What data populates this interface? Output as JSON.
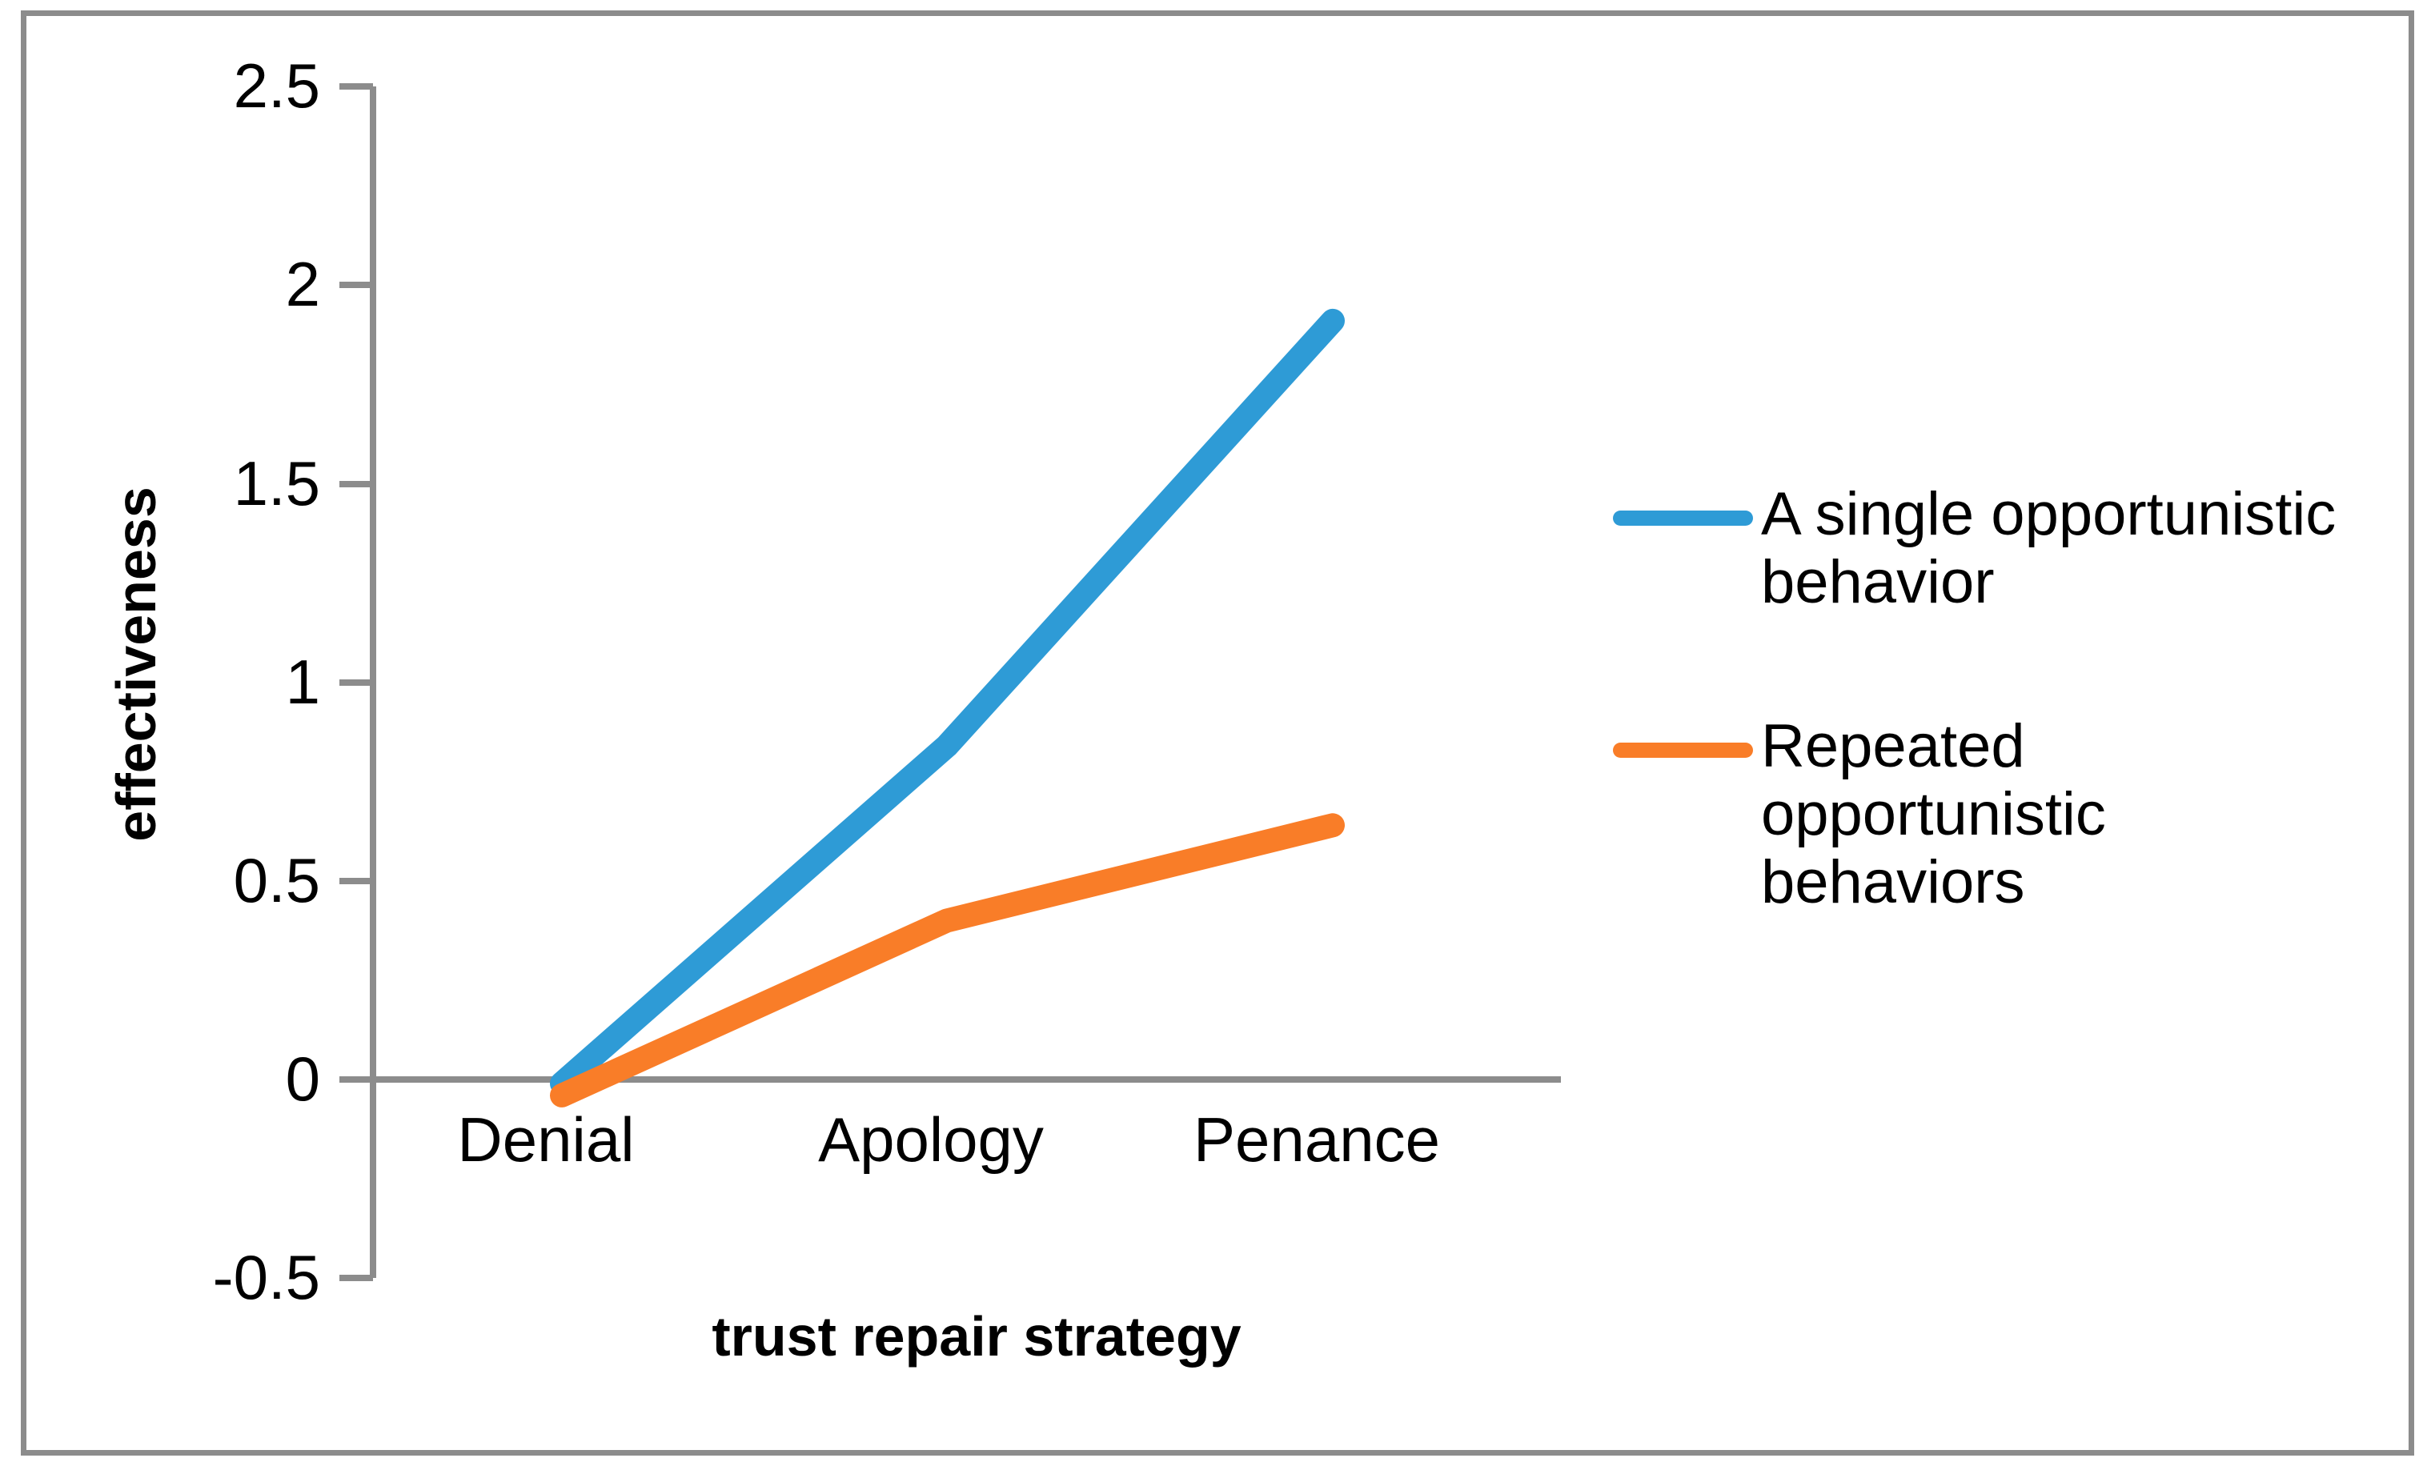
{
  "chart_data": {
    "type": "line",
    "title": "",
    "xlabel": "trust repair strategy",
    "ylabel": "effectiveness",
    "categories": [
      "Denial",
      "Apology",
      "Penance"
    ],
    "series": [
      {
        "name": "A single opportunistic behavior",
        "color": "#2e9bd6",
        "values": [
          -0.01,
          0.84,
          1.91
        ]
      },
      {
        "name": "Repeated opportunistic behaviors",
        "color": "#f97d28",
        "values": [
          -0.04,
          0.4,
          0.64
        ]
      }
    ],
    "ylim": [
      -0.5,
      2.5
    ],
    "yticks": [
      "2.5",
      "2",
      "1.5",
      "1",
      "0.5",
      "0",
      "-0.5"
    ],
    "ytick_values": [
      2.5,
      2,
      1.5,
      1,
      0.5,
      0,
      -0.5
    ],
    "grid": false,
    "legend_position": "right",
    "axis_color": "#8c8c8c",
    "border_color": "#8c8c8c",
    "background": "#ffffff"
  },
  "axes": {
    "y_title": "effectiveness",
    "x_title": "trust repair strategy",
    "ytick_labels": [
      "2.5",
      "2",
      "1.5",
      "1",
      "0.5",
      "0",
      "-0.5"
    ],
    "xtick_labels": [
      "Denial",
      "Apology",
      "Penance"
    ]
  },
  "legend": {
    "items": [
      {
        "label": "A single opportunistic behavior",
        "color": "#2e9bd6"
      },
      {
        "label": "Repeated opportunistic behaviors",
        "color": "#f97d28"
      }
    ]
  }
}
